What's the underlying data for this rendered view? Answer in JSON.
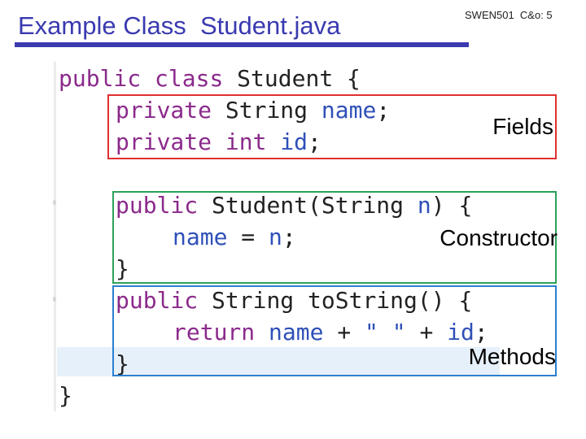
{
  "slide": {
    "title": "Example Class  Student.java",
    "reference": "SWEN501  C&o: 5"
  },
  "code": {
    "line1": {
      "kw1": "public",
      "kw2": "class",
      "name": "Student",
      "brace": "{"
    },
    "line2": {
      "kw": "private",
      "type": "String",
      "field": "name",
      "semi": ";"
    },
    "line3": {
      "kw": "private",
      "type": "int",
      "field": "id",
      "semi": ";"
    },
    "line4": {
      "kw": "public",
      "sig": "Student(String",
      "param": "n",
      "rest": ") {"
    },
    "line5": {
      "field": "name",
      "eq": "=",
      "param": "n",
      "semi": ";"
    },
    "line6": {
      "brace": "}"
    },
    "line7": {
      "kw": "public",
      "sig": "String toString()",
      "brace": "{"
    },
    "line8": {
      "kw": "return",
      "field": "name",
      "plus1": "+",
      "str": "\" \"",
      "plus2": "+",
      "id": "id",
      "semi": ";"
    },
    "line9": {
      "brace": "}"
    },
    "line10": {
      "brace": "}"
    }
  },
  "annotations": {
    "fields": "Fields",
    "constructor": "Constructor",
    "methods": "Methods"
  },
  "colors": {
    "title": "#3a3ab0",
    "keyword": "#8b2a8b",
    "identifier": "#2f50b8",
    "fields_box": "#e0302f",
    "constructor_box": "#2da05a",
    "methods_box": "#2b7fd0"
  }
}
